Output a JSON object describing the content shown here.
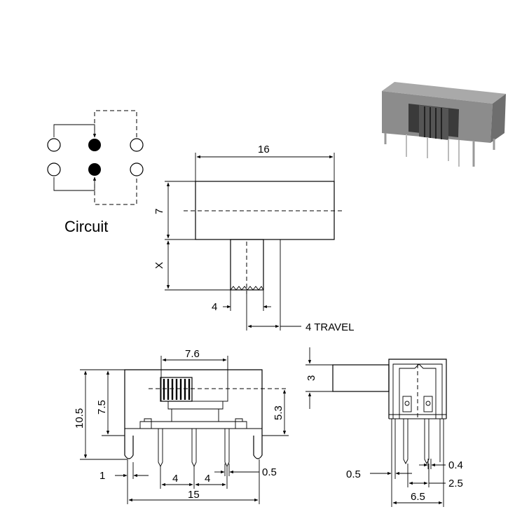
{
  "circuit": {
    "caption": "Circuit"
  },
  "top_view": {
    "dim_width": "16",
    "dim_height": "7",
    "dim_actuator": "X",
    "dim_knob": "4",
    "dim_travel": "4 TRAVEL"
  },
  "front_view": {
    "dim_top": "7.6",
    "dim_total_height": "10.5",
    "dim_body_height": "7.5",
    "dim_right_height": "5.3",
    "dim_left_gap": "1",
    "dim_pitch_1": "4",
    "dim_pitch_2": "4",
    "dim_pin_small": "0.5",
    "dim_total_width": "15"
  },
  "side_view": {
    "dim_actuator_height": "3",
    "dim_pin_left": "0.5",
    "dim_pin_right": "0.4",
    "dim_row_pitch": "2.5",
    "dim_width": "6.5"
  },
  "colors": {
    "line": "#000000",
    "photo_body": "#8c8c8c",
    "photo_dark": "#3a3a3a"
  }
}
